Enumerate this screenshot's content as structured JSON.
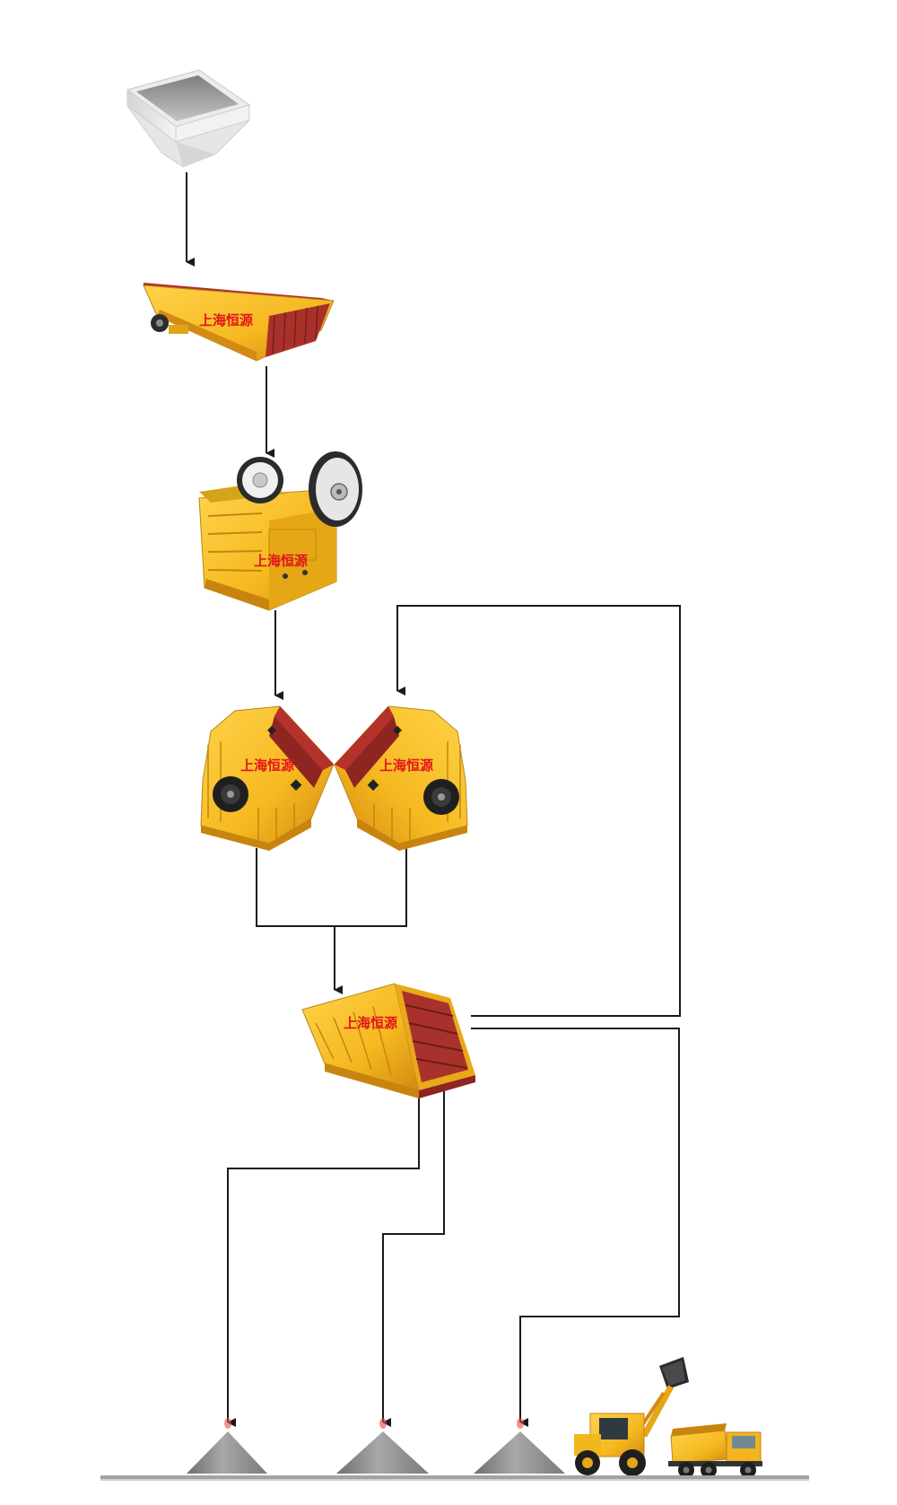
{
  "brand": {
    "label": "上海恒源",
    "color": "#e3141b"
  },
  "colors": {
    "machine_body": "#f5b820",
    "machine_shadow": "#d48a12",
    "machine_red": "#b0302a",
    "flow_line": "#1a1a1a",
    "pile": "#8c8c8c",
    "ground": "#9a9a9a"
  },
  "nodes": [
    {
      "id": "hopper",
      "icon": "hopper-icon"
    },
    {
      "id": "vibrating-feeder",
      "icon": "vibrating-feeder-icon"
    },
    {
      "id": "jaw-crusher",
      "icon": "jaw-crusher-icon"
    },
    {
      "id": "impact-crusher-1",
      "icon": "impact-crusher-icon"
    },
    {
      "id": "impact-crusher-2",
      "icon": "impact-crusher-icon"
    },
    {
      "id": "vibrating-screen",
      "icon": "vibrating-screen-icon"
    },
    {
      "id": "stockpile-1",
      "icon": "stockpile-icon"
    },
    {
      "id": "stockpile-2",
      "icon": "stockpile-icon"
    },
    {
      "id": "stockpile-3",
      "icon": "stockpile-icon"
    },
    {
      "id": "wheel-loader",
      "icon": "wheel-loader-icon"
    },
    {
      "id": "dump-truck",
      "icon": "dump-truck-icon"
    }
  ],
  "flows": [
    {
      "from": "hopper",
      "to": "vibrating-feeder"
    },
    {
      "from": "vibrating-feeder",
      "to": "jaw-crusher"
    },
    {
      "from": "jaw-crusher",
      "to": "impact-crusher-1"
    },
    {
      "from": "impact-crusher-1",
      "to": "vibrating-screen"
    },
    {
      "from": "impact-crusher-2",
      "to": "vibrating-screen"
    },
    {
      "from": "vibrating-screen",
      "to": "impact-crusher-2"
    },
    {
      "from": "vibrating-screen",
      "to": "stockpile-1"
    },
    {
      "from": "vibrating-screen",
      "to": "stockpile-2"
    },
    {
      "from": "vibrating-screen",
      "to": "stockpile-3"
    }
  ]
}
